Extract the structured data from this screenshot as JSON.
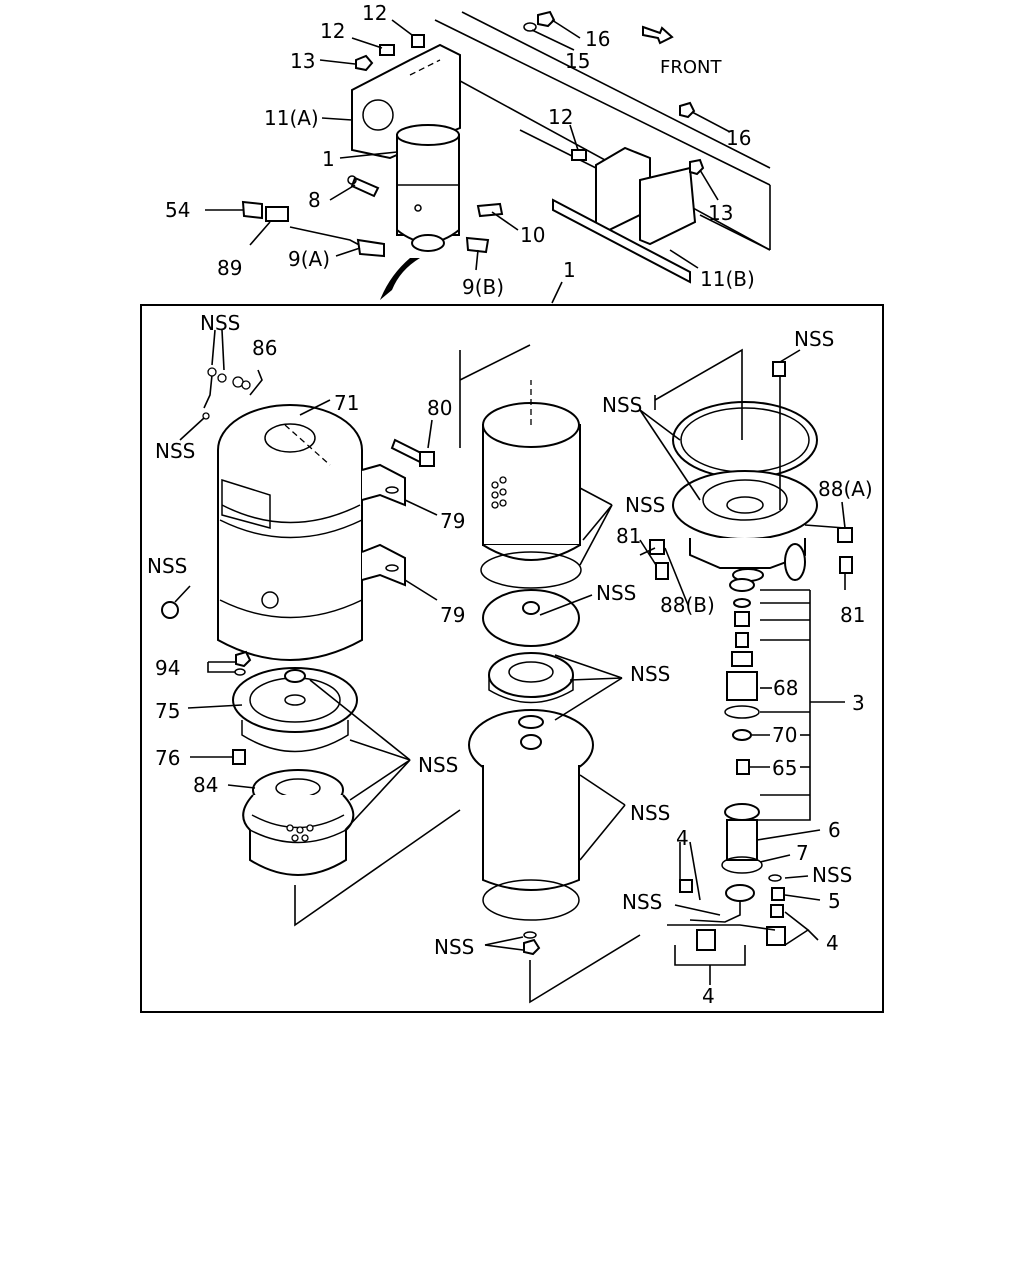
{
  "figure": {
    "direction_label": "FRONT",
    "top_labels": [
      "12",
      "12",
      "13",
      "16",
      "15",
      "16",
      "12",
      "13",
      "11(A)",
      "1",
      "8",
      "54",
      "10",
      "89",
      "9(A)",
      "9(B)",
      "11(B)"
    ],
    "callout_1": "1",
    "detail_labels": {
      "nss": "NSS",
      "l86": "86",
      "l71": "71",
      "l80": "80",
      "l79a": "79",
      "l79b": "79",
      "l94": "94",
      "l75": "75",
      "l76": "76",
      "l84": "84",
      "l81a": "81",
      "l81b": "81",
      "l88a": "88(A)",
      "l88b": "88(B)",
      "l68": "68",
      "l3": "3",
      "l70": "70",
      "l65": "65",
      "l6": "6",
      "l7": "7",
      "l4a": "4",
      "l5": "5",
      "l4b": "4",
      "l4c": "4"
    }
  }
}
